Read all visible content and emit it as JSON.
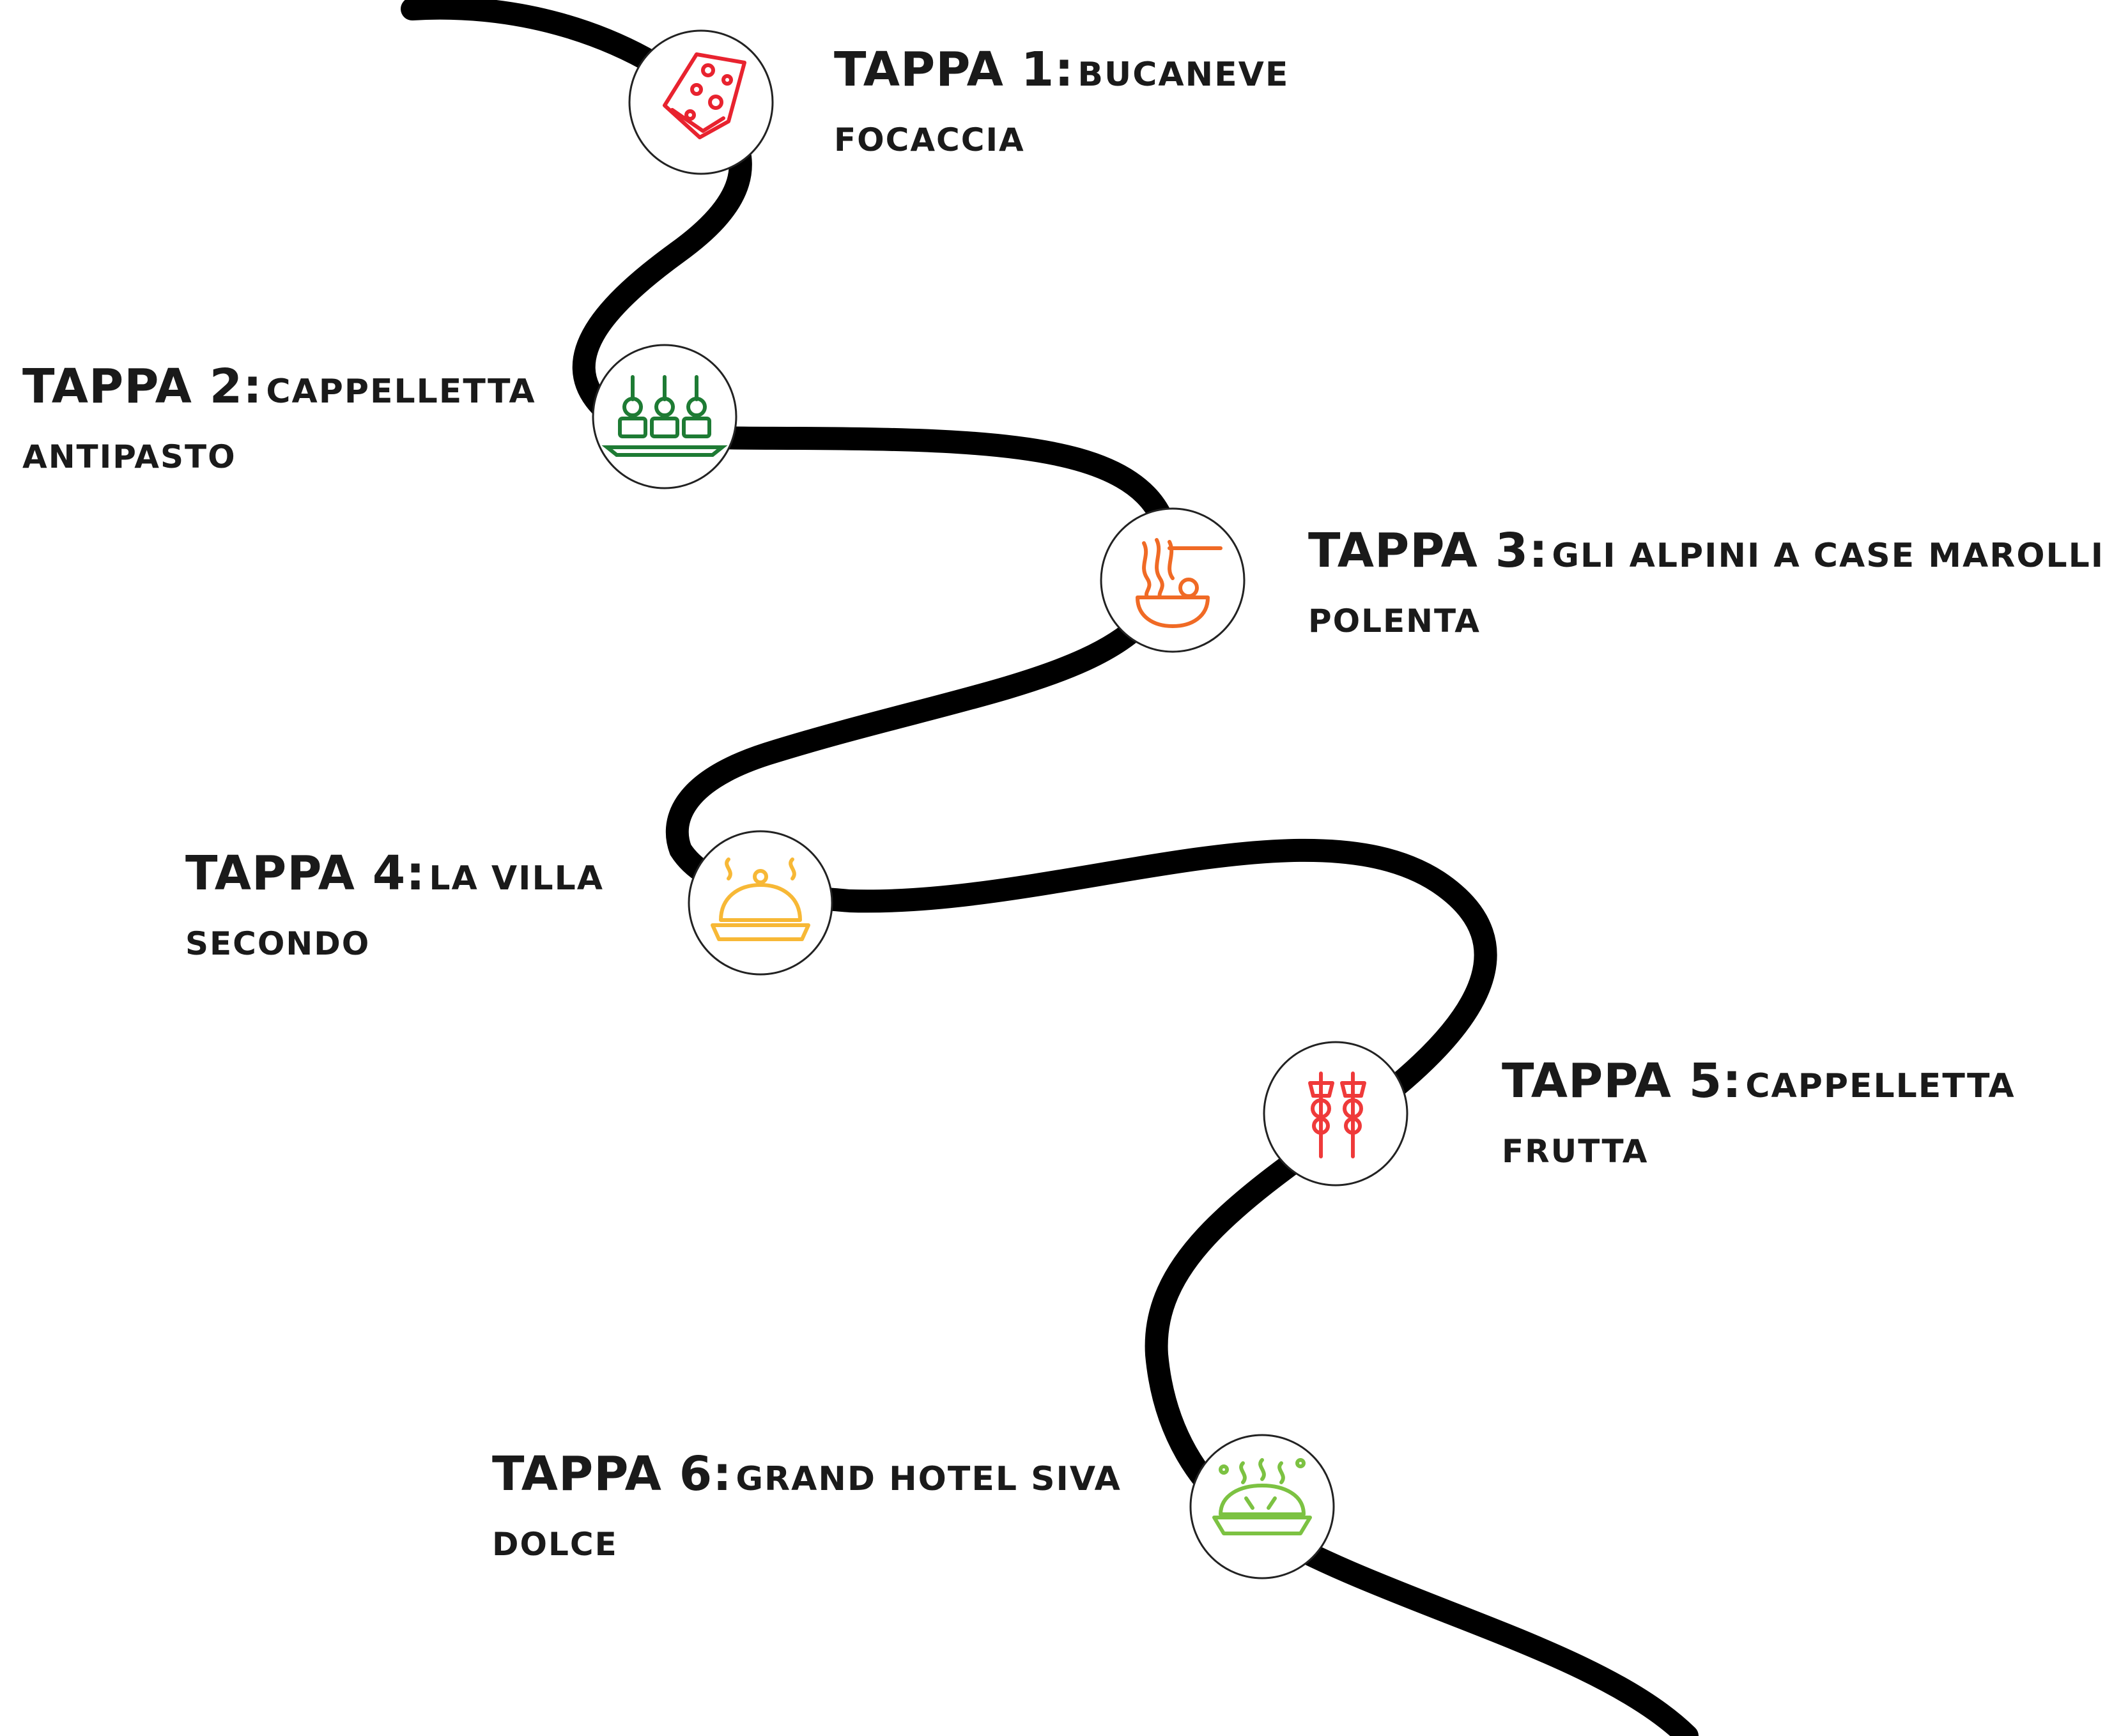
{
  "stops": [
    {
      "prefix": "TAPPA 1:",
      "place": "BUCANEVE",
      "course": "FOCACCIA",
      "icon": "focaccia-icon",
      "color": "#e8232f"
    },
    {
      "prefix": "TAPPA 2:",
      "place": "CAPPELLETTA",
      "course": "ANTIPASTO",
      "icon": "skewers-appetizer-icon",
      "color": "#1e7b34"
    },
    {
      "prefix": "TAPPA 3:",
      "place": "GLI ALPINI A CASE MAROLLI",
      "course": "POLENTA",
      "icon": "noodle-bowl-icon",
      "color": "#f06a25"
    },
    {
      "prefix": "TAPPA 4:",
      "place": "LA VILLA",
      "course": "SECONDO",
      "icon": "cloche-icon",
      "color": "#f7b836"
    },
    {
      "prefix": "TAPPA 5:",
      "place": "CAPPELLETTA",
      "course": "FRUTTA",
      "icon": "fruit-skewers-icon",
      "color": "#ef3a3a"
    },
    {
      "prefix": "TAPPA 6:",
      "place": "GRAND HOTEL SIVA",
      "course": "DOLCE",
      "icon": "pie-icon",
      "color": "#7cc242"
    }
  ]
}
